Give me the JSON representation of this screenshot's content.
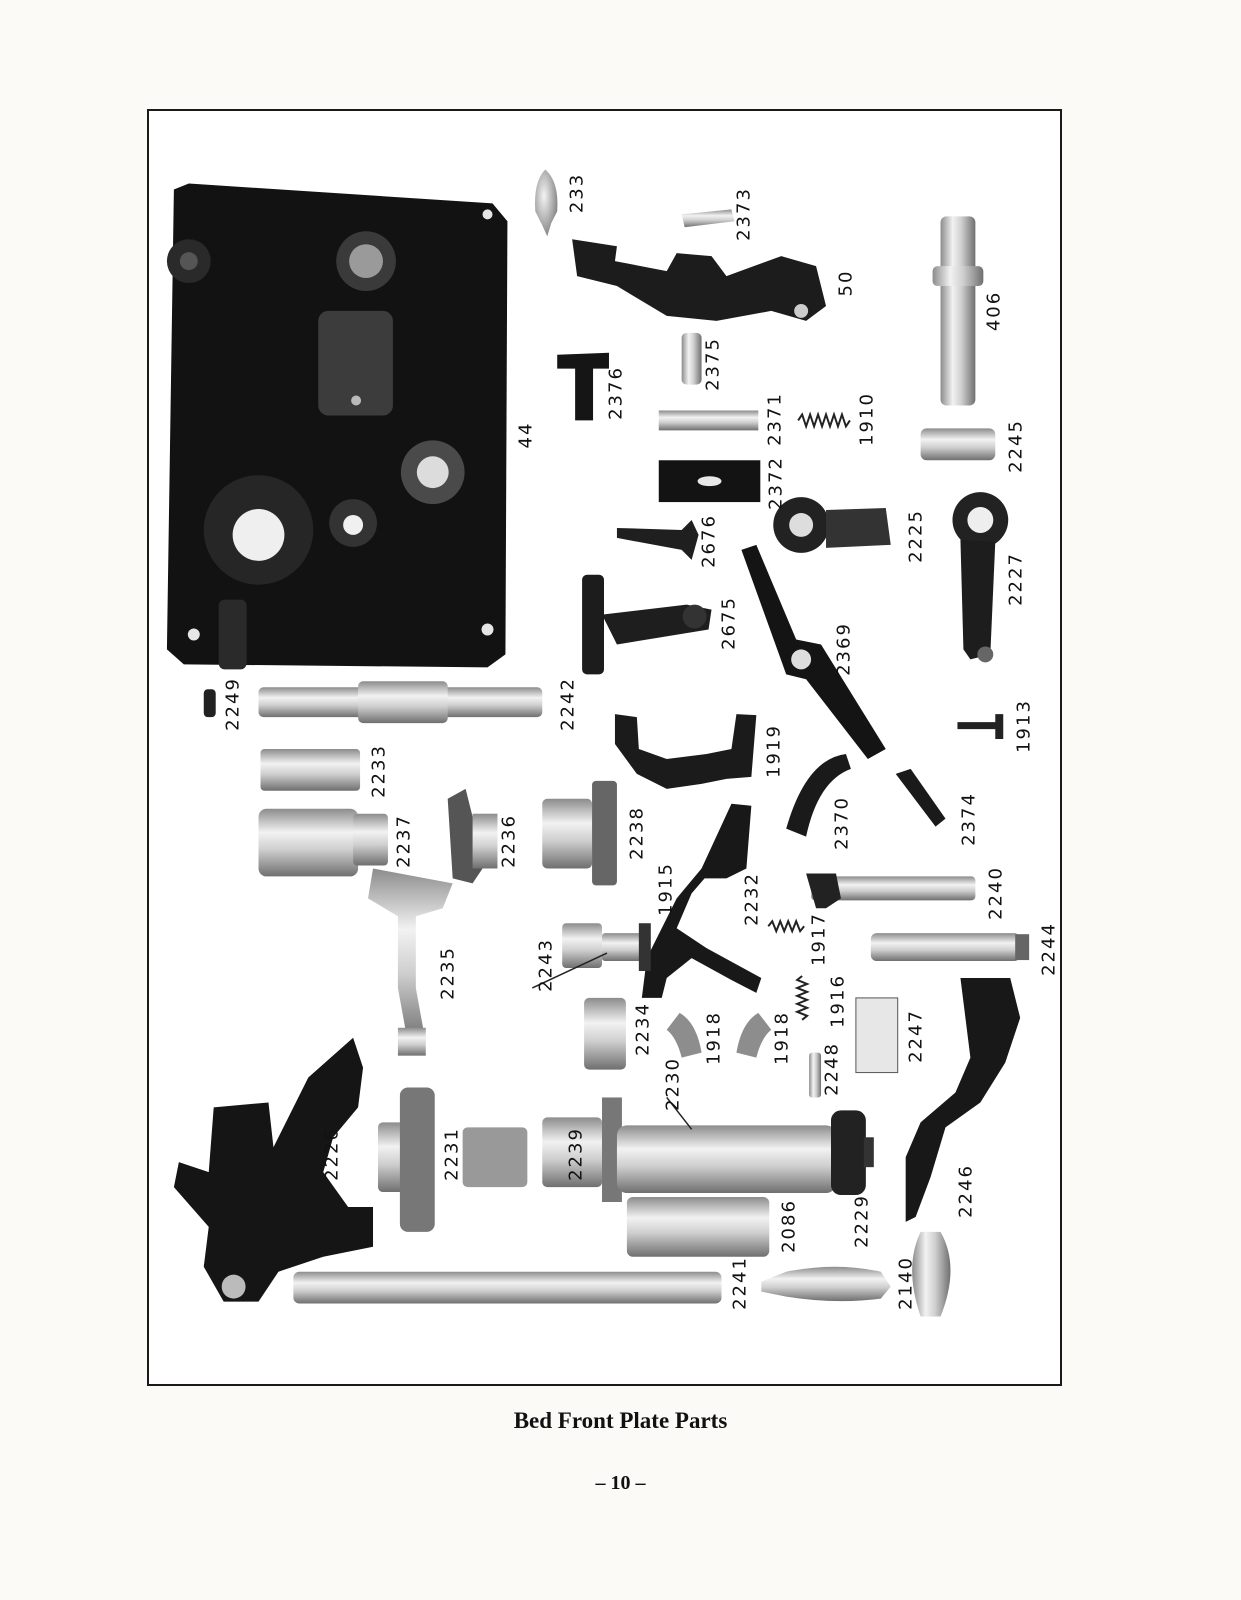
{
  "caption": "Bed Front Plate Parts",
  "page_number": "– 10 –",
  "part_numbers": [
    "44",
    "233",
    "2373",
    "50",
    "406",
    "2375",
    "2376",
    "2371",
    "1910",
    "2245",
    "2372",
    "2676",
    "2225",
    "2227",
    "2675",
    "2369",
    "2249",
    "2242",
    "1913",
    "2233",
    "1919",
    "2237",
    "2236",
    "2238",
    "2370",
    "2374",
    "1915",
    "2232",
    "2240",
    "2235",
    "2243",
    "1917",
    "2244",
    "2234",
    "1918",
    "1918",
    "1916",
    "2247",
    "2230",
    "2248",
    "2226",
    "2231",
    "2239",
    "2246",
    "2086",
    "2229",
    "2241",
    "2140"
  ],
  "colors": {
    "ink": "#111111",
    "metal_light": "#d9d9d9",
    "metal_dark": "#8a8a8a",
    "casting": "#141414"
  }
}
